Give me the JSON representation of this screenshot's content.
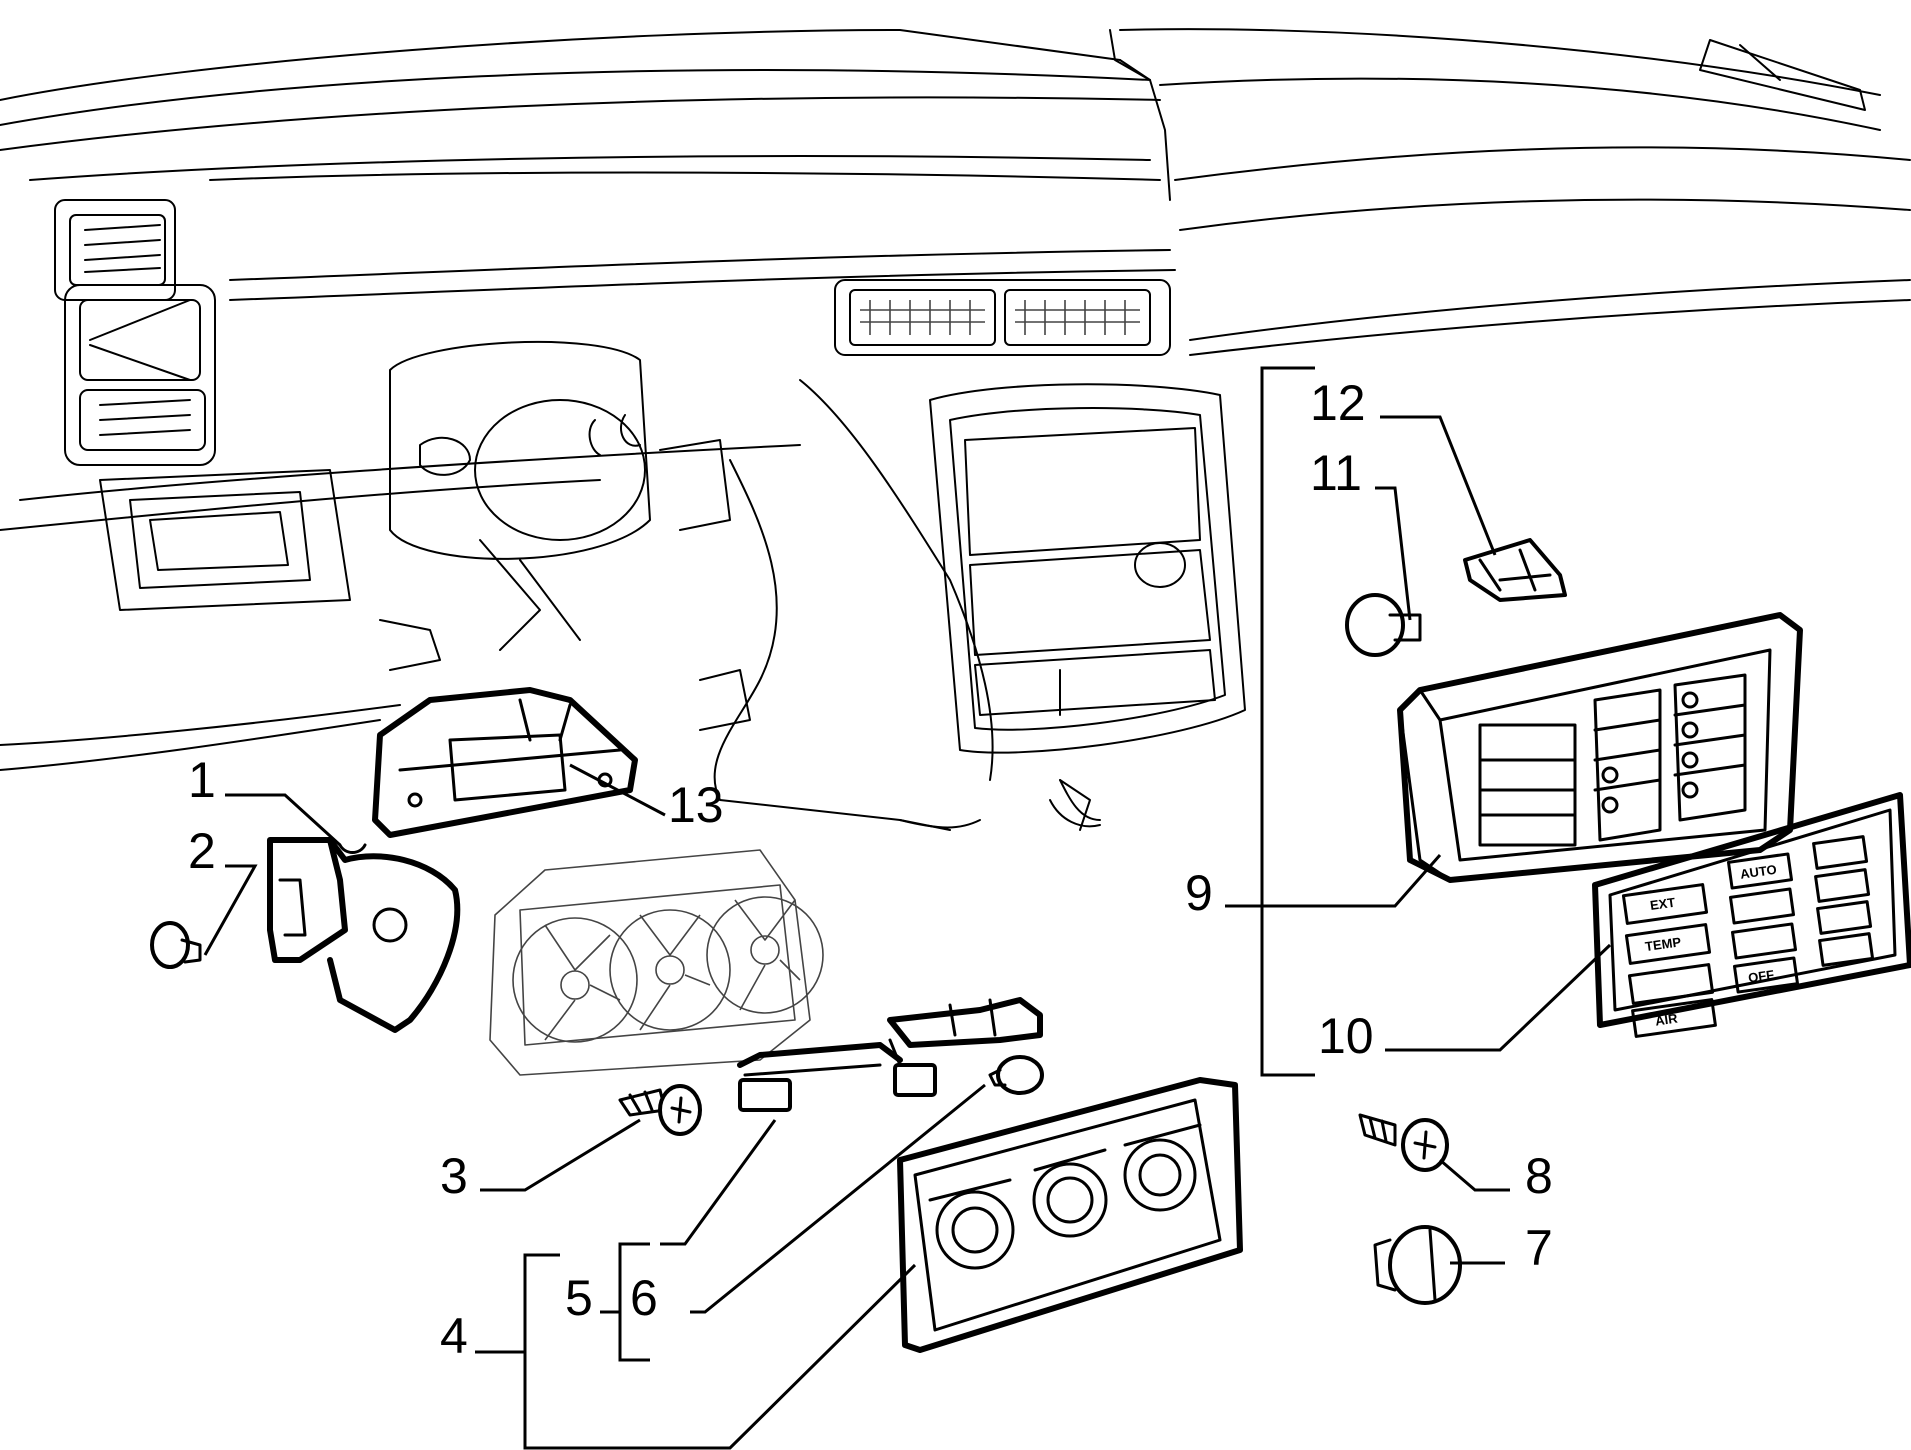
{
  "callouts": [
    {
      "id": "1",
      "label": "1"
    },
    {
      "id": "2",
      "label": "2"
    },
    {
      "id": "3",
      "label": "3"
    },
    {
      "id": "4",
      "label": "4"
    },
    {
      "id": "5",
      "label": "5"
    },
    {
      "id": "6",
      "label": "6"
    },
    {
      "id": "7",
      "label": "7"
    },
    {
      "id": "8",
      "label": "8"
    },
    {
      "id": "9",
      "label": "9"
    },
    {
      "id": "10",
      "label": "10"
    },
    {
      "id": "11",
      "label": "11"
    },
    {
      "id": "12",
      "label": "12"
    },
    {
      "id": "13",
      "label": "13"
    }
  ],
  "control_panel_keys": {
    "ext": "EXT",
    "temp": "TEMP",
    "air": "AIR",
    "auto": "AUTO",
    "off": "OFF"
  }
}
